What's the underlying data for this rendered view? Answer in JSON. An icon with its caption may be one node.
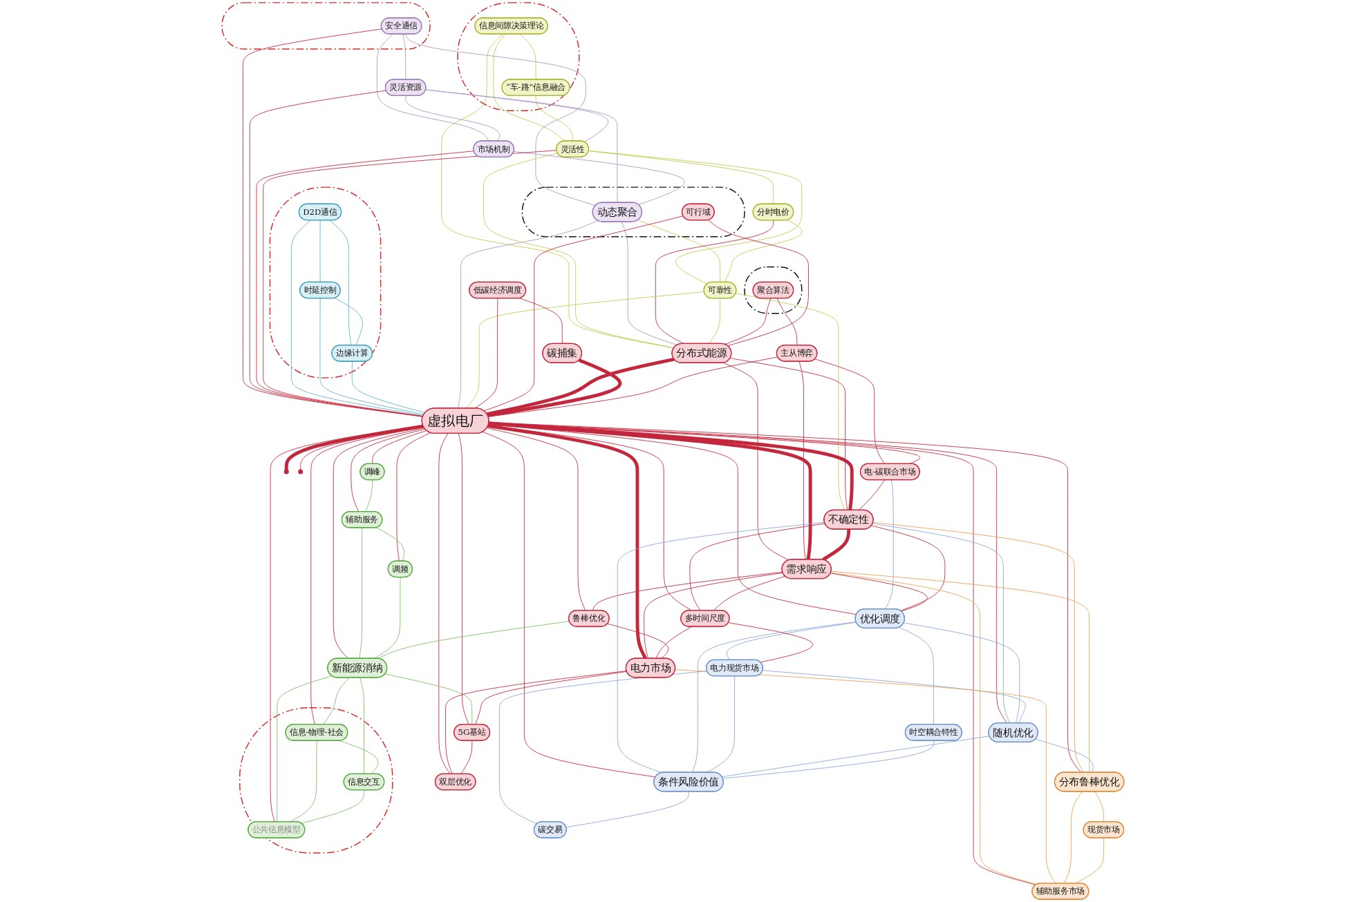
{
  "diagram": {
    "nodes": [
      {
        "text": [],
        "shape": "ellipse"
      },
      {
        "text": [
          "信息间隙决策理论"
        ],
        "in": 0
      },
      {
        "text": [
          "“车-路”信息融合"
        ],
        "in": 0
      },
      {
        "text": [],
        "shape": "ellipse"
      },
      {
        "text": [
          "安全通信"
        ],
        "in": 3
      },
      {
        "text": [
          "灵活资源"
        ]
      },
      {
        "text": [
          "市场机制"
        ]
      },
      {
        "text": [
          "灵活性"
        ]
      },
      {
        "text": [],
        "shape": "ellipse"
      },
      {
        "text": [
          "D2D通信"
        ],
        "in": 8
      },
      {
        "text": [
          "时延控制"
        ],
        "in": 8
      },
      {
        "text": [
          "边缘计算"
        ],
        "in": 8
      },
      {
        "text": [],
        "shape": "ellipse"
      },
      {
        "text": [
          "动态聚合"
        ],
        "in": 12
      },
      {
        "text": [
          "分时电价"
        ]
      },
      {
        "text": [
          "可靠性"
        ]
      },
      {
        "text": [
          "低碳经济调度"
        ]
      },
      {
        "text": [],
        "shape": "ellipse"
      },
      {
        "text": [
          "聚合算法"
        ],
        "in": 17
      },
      {
        "text": [
          "可行域"
        ],
        "in": 12
      },
      {
        "text": [
          "分布式能源"
        ]
      },
      {
        "text": [
          "碳捕集"
        ]
      },
      {
        "text": [
          "主从博弈"
        ]
      },
      {
        "text": [
          "虚拟电厂"
        ]
      },
      {
        "text": [
          "调峰"
        ]
      },
      {
        "text": [],
        "shape": "circle"
      },
      {
        "text": [],
        "shape": "circle"
      },
      {
        "text": [
          "电-碳联合市场"
        ]
      },
      {
        "text": [
          "辅助服务"
        ]
      },
      {
        "text": [
          "调频"
        ]
      },
      {
        "text": [
          "不确定性"
        ]
      },
      {
        "text": [
          "需求响应"
        ]
      },
      {
        "text": [
          "优化调度"
        ]
      },
      {
        "text": [
          "多时间尺度"
        ]
      },
      {
        "text": [
          "电力现货市场"
        ]
      },
      {
        "text": [
          "鲁棒优化"
        ]
      },
      {
        "text": [
          "新能源消纳"
        ]
      },
      {
        "text": [
          "随机优化"
        ]
      },
      {
        "text": [],
        "shape": "ellipse"
      },
      {
        "text": [
          "信息-物理-社会"
        ],
        "in": 38
      },
      {
        "text": [
          "时空耦合特性"
        ]
      },
      {
        "text": [
          "条件风险价值"
        ]
      },
      {
        "text": [
          "电力市场"
        ]
      },
      {
        "text": [
          "5G基站"
        ]
      },
      {
        "text": [
          "信息交互"
        ],
        "in": 38
      },
      {
        "text": [
          "碳交易"
        ]
      },
      {
        "text": [
          "公共信息模型"
        ],
        "in": 38
      },
      {
        "text": [
          "分布鲁棒优化"
        ]
      },
      {
        "text": [
          "双层优化"
        ]
      },
      {
        "text": [
          "现货市场"
        ]
      },
      {
        "text": [
          "辅助服务市场"
        ]
      }
    ],
    "edges": [
      {
        "from": 1,
        "to": 2,
        "arrow": "none",
        "color": "#c2c94e"
      },
      {
        "from": 1,
        "to": 7,
        "arrow": "none",
        "color": "#c2c94e"
      },
      {
        "from": 1,
        "to": 20,
        "arrow": "none",
        "color": "#c2c94e"
      },
      {
        "from": 2,
        "to": 7,
        "arrow": "none",
        "color": "#c2c94e"
      },
      {
        "from": 4,
        "to": 5,
        "arrow": "none",
        "color": "#ad93c6"
      },
      {
        "from": 4,
        "to": 6,
        "arrow": "none",
        "color": "#ad93c6"
      },
      {
        "from": 4,
        "to": 13,
        "arrow": "none",
        "color": "#ad93c6"
      },
      {
        "from": 4,
        "to": 23,
        "arrow": "none"
      },
      {
        "from": 5,
        "to": 6,
        "arrow": "none",
        "color": "#ad93c6"
      },
      {
        "from": 5,
        "to": 7,
        "arrow": "none",
        "color": "#ad93c6"
      },
      {
        "from": 5,
        "to": 13,
        "arrow": "none",
        "color": "#ad93c6"
      },
      {
        "from": 5,
        "to": 23,
        "arrow": "none"
      },
      {
        "from": 6,
        "to": 13,
        "arrow": "none",
        "color": "#ad93c6"
      },
      {
        "from": 6,
        "to": 23,
        "arrow": "none"
      },
      {
        "from": 7,
        "to": 14,
        "arrow": "none",
        "color": "#c2c94e"
      },
      {
        "from": 7,
        "to": 15,
        "arrow": "none",
        "color": "#c2c94e"
      },
      {
        "from": 7,
        "to": 20,
        "arrow": "none",
        "color": "#c2c94e"
      },
      {
        "from": 7,
        "to": 23,
        "arrow": "none"
      },
      {
        "from": 9,
        "to": 10,
        "arrow": "none",
        "color": "#5fb0cc"
      },
      {
        "from": 9,
        "to": 11,
        "arrow": "none",
        "color": "#5fb0cc"
      },
      {
        "from": 10,
        "to": 11,
        "arrow": "none",
        "color": "#5fb0cc"
      },
      {
        "from": 9,
        "to": 23,
        "arrow": "none",
        "color": "#5fb0cc"
      },
      {
        "from": 10,
        "to": 23,
        "arrow": "none",
        "color": "#5fb0cc"
      },
      {
        "from": 11,
        "to": 23,
        "arrow": "none",
        "color": "#5fb0cc"
      },
      {
        "from": 13,
        "to": 15,
        "arrow": "none",
        "color": "#c2c94e"
      },
      {
        "from": 13,
        "to": 20,
        "arrow": "none",
        "color": "#ad93c6"
      },
      {
        "from": 13,
        "to": 23,
        "arrow": "none",
        "color": "#ad93c6"
      },
      {
        "from": 14,
        "to": 15,
        "arrow": "none",
        "color": "#c2c94e"
      },
      {
        "from": 14,
        "to": 20,
        "arrow": "none"
      },
      {
        "from": 15,
        "to": 20,
        "arrow": "none",
        "color": "#c2c94e"
      },
      {
        "from": 15,
        "to": 23,
        "arrow": "none",
        "color": "#c2c94e"
      },
      {
        "from": 15,
        "to": 30,
        "arrow": "none",
        "color": "#c2c94e"
      },
      {
        "from": 16,
        "to": 21,
        "arrow": "none"
      },
      {
        "from": 16,
        "to": 23,
        "arrow": "none"
      },
      {
        "from": 18,
        "to": 20,
        "arrow": "none"
      },
      {
        "from": 18,
        "to": 22,
        "arrow": "none"
      },
      {
        "from": 19,
        "to": 20,
        "arrow": "none"
      },
      {
        "from": 19,
        "to": 23,
        "arrow": "none"
      },
      {
        "from": 20,
        "to": 23,
        "arrow": "none",
        "style": "thick"
      },
      {
        "from": 20,
        "to": 30,
        "arrow": "none"
      },
      {
        "from": 20,
        "to": 31,
        "arrow": "none"
      },
      {
        "from": 21,
        "to": 23,
        "arrow": "none",
        "style": "thick"
      },
      {
        "from": 22,
        "to": 23,
        "arrow": "none"
      },
      {
        "from": 22,
        "to": 27,
        "arrow": "none"
      },
      {
        "from": 22,
        "to": 31,
        "arrow": "none"
      },
      {
        "from": 23,
        "to": 24,
        "arrow": "none"
      },
      {
        "from": 23,
        "to": 25,
        "arrow": "none",
        "style": "thick"
      },
      {
        "from": 23,
        "to": 26,
        "arrow": "none"
      },
      {
        "from": 23,
        "to": 27,
        "arrow": "none"
      },
      {
        "from": 23,
        "to": 28,
        "arrow": "none"
      },
      {
        "from": 23,
        "to": 29,
        "arrow": "none"
      },
      {
        "from": 23,
        "to": 30,
        "arrow": "none",
        "style": "thick"
      },
      {
        "from": 23,
        "to": 31,
        "arrow": "none",
        "style": "thick"
      },
      {
        "from": 23,
        "to": 32,
        "arrow": "none"
      },
      {
        "from": 23,
        "to": 33,
        "arrow": "none"
      },
      {
        "from": 23,
        "to": 35,
        "arrow": "none"
      },
      {
        "from": 23,
        "to": 36,
        "arrow": "none"
      },
      {
        "from": 23,
        "to": 37,
        "arrow": "none"
      },
      {
        "from": 23,
        "to": 39,
        "arrow": "none"
      },
      {
        "from": 23,
        "to": 41,
        "arrow": "none"
      },
      {
        "from": 23,
        "to": 42,
        "arrow": "none",
        "style": "thick"
      },
      {
        "from": 23,
        "to": 43,
        "arrow": "none"
      },
      {
        "from": 23,
        "to": 46,
        "arrow": "none"
      },
      {
        "from": 23,
        "to": 47,
        "arrow": "none"
      },
      {
        "from": 23,
        "to": 48,
        "arrow": "none"
      },
      {
        "from": 23,
        "to": 50,
        "arrow": "none"
      },
      {
        "from": 24,
        "to": 28,
        "arrow": "none",
        "color": "#79bd63"
      },
      {
        "from": 27,
        "to": 30,
        "arrow": "none"
      },
      {
        "from": 27,
        "to": 32,
        "arrow": "none",
        "color": "#86a6d8"
      },
      {
        "from": 28,
        "to": 29,
        "arrow": "none",
        "color": "#79bd63"
      },
      {
        "from": 28,
        "to": 36,
        "arrow": "none",
        "color": "#79bd63"
      },
      {
        "from": 29,
        "to": 36,
        "arrow": "none",
        "color": "#79bd63"
      },
      {
        "from": 30,
        "to": 31,
        "arrow": "none",
        "style": "thick"
      },
      {
        "from": 30,
        "to": 32,
        "arrow": "none"
      },
      {
        "from": 30,
        "to": 33,
        "arrow": "none"
      },
      {
        "from": 30,
        "to": 37,
        "arrow": "none",
        "color": "#86a6d8"
      },
      {
        "from": 30,
        "to": 41,
        "arrow": "none",
        "color": "#86a6d8"
      },
      {
        "from": 30,
        "to": 47,
        "arrow": "none",
        "color": "#ec9f55"
      },
      {
        "from": 31,
        "to": 32,
        "arrow": "none"
      },
      {
        "from": 31,
        "to": 33,
        "arrow": "none"
      },
      {
        "from": 31,
        "to": 35,
        "arrow": "none"
      },
      {
        "from": 31,
        "to": 42,
        "arrow": "none"
      },
      {
        "from": 31,
        "to": 47,
        "arrow": "none",
        "color": "#ec9f55"
      },
      {
        "from": 31,
        "to": 50,
        "arrow": "none",
        "color": "#ec9f55"
      },
      {
        "from": 32,
        "to": 34,
        "arrow": "none",
        "color": "#86a6d8"
      },
      {
        "from": 32,
        "to": 37,
        "arrow": "none",
        "color": "#86a6d8"
      },
      {
        "from": 32,
        "to": 40,
        "arrow": "none",
        "color": "#86a6d8"
      },
      {
        "from": 32,
        "to": 41,
        "arrow": "none",
        "color": "#86a6d8"
      },
      {
        "from": 33,
        "to": 34,
        "arrow": "none"
      },
      {
        "from": 33,
        "to": 42,
        "arrow": "none"
      },
      {
        "from": 34,
        "to": 37,
        "arrow": "none",
        "color": "#86a6d8"
      },
      {
        "from": 34,
        "to": 41,
        "arrow": "none",
        "color": "#86a6d8"
      },
      {
        "from": 34,
        "to": 45,
        "arrow": "none",
        "color": "#86a6d8"
      },
      {
        "from": 35,
        "to": 36,
        "arrow": "none",
        "color": "#79bd63"
      },
      {
        "from": 35,
        "to": 42,
        "arrow": "none"
      },
      {
        "from": 36,
        "to": 39,
        "arrow": "none",
        "color": "#79bd63"
      },
      {
        "from": 36,
        "to": 43,
        "arrow": "none",
        "color": "#79bd63"
      },
      {
        "from": 36,
        "to": 44,
        "arrow": "none",
        "color": "#79bd63"
      },
      {
        "from": 36,
        "to": 46,
        "arrow": "none",
        "color": "#79bd63"
      },
      {
        "from": 37,
        "to": 41,
        "arrow": "none",
        "color": "#86a6d8"
      },
      {
        "from": 37,
        "to": 47,
        "arrow": "none",
        "color": "#86a6d8"
      },
      {
        "from": 39,
        "to": 44,
        "arrow": "none",
        "color": "#79bd63"
      },
      {
        "from": 39,
        "to": 46,
        "arrow": "none",
        "color": "#79bd63"
      },
      {
        "from": 40,
        "to": 41,
        "arrow": "none",
        "color": "#86a6d8"
      },
      {
        "from": 41,
        "to": 45,
        "arrow": "none",
        "color": "#86a6d8"
      },
      {
        "from": 42,
        "to": 43,
        "arrow": "none"
      },
      {
        "from": 42,
        "to": 48,
        "arrow": "none"
      },
      {
        "from": 42,
        "to": 50,
        "arrow": "none",
        "color": "#ec9f55"
      },
      {
        "from": 43,
        "to": 48,
        "arrow": "none"
      },
      {
        "from": 44,
        "to": 46,
        "arrow": "none",
        "color": "#79bd63"
      },
      {
        "from": 47,
        "to": 49,
        "arrow": "none",
        "color": "#ec9f55"
      },
      {
        "from": 47,
        "to": 50,
        "arrow": "none",
        "color": "#ec9f55"
      },
      {
        "from": 49,
        "to": 50,
        "arrow": "none",
        "color": "#ec9f55"
      }
    ]
  }
}
